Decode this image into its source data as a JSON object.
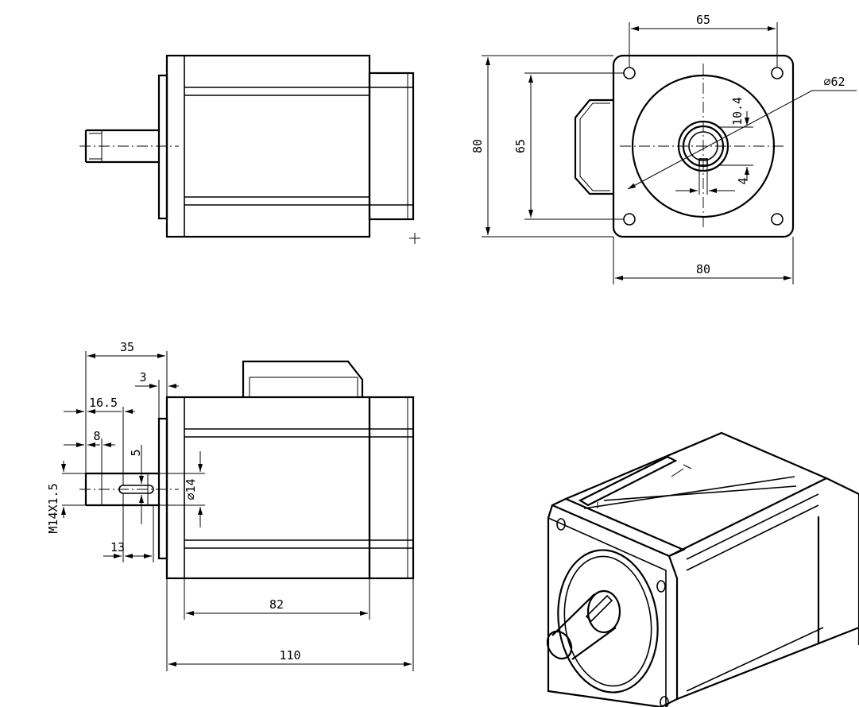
{
  "dimensions": {
    "front_width_top": "65",
    "front_height": "80",
    "front_hole_spacing_v": "65",
    "front_pilot_diameter": "∅62",
    "front_keyway_height": "10.4",
    "front_key_width": "4",
    "front_width_bottom": "80",
    "side_shaft_length": "35",
    "side_pilot_length": "3",
    "side_thread_length": "16.5",
    "side_thread_pitch_len": "8",
    "side_key_width": "5",
    "side_thread_spec": "M14X1.5",
    "side_shaft_diameter": "∅14",
    "side_key_offset": "13",
    "side_body_length": "82",
    "side_total_length": "110"
  },
  "colors": {
    "line": "#000000",
    "background": "#ffffff"
  }
}
